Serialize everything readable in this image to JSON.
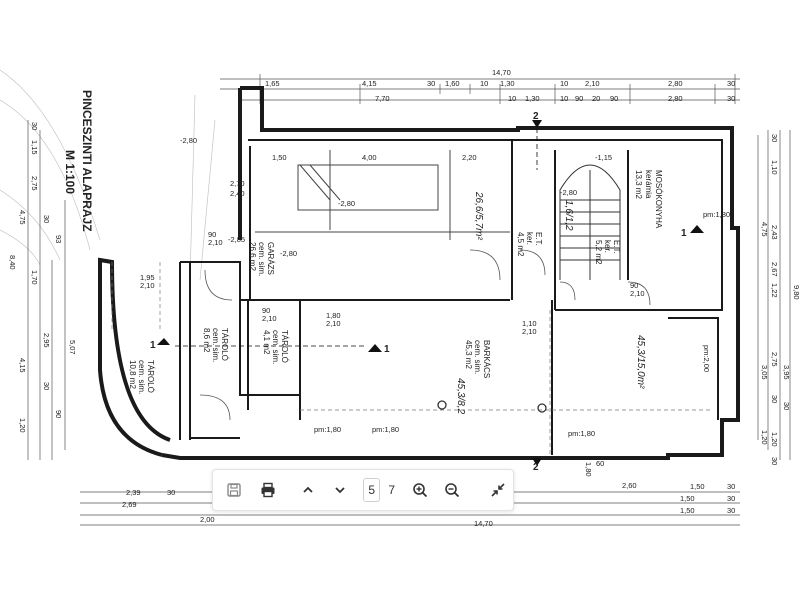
{
  "plan": {
    "title": "PINCESZINTI ALAPRAJZ",
    "scale": "M 1:100",
    "rooms": {
      "mosokonyha": {
        "name": "MOSÓKONYHA",
        "floor": "kerámia",
        "area": "13,3 m2"
      },
      "et_left": {
        "name": "E.T.",
        "floor": "ker.",
        "area": "4,5 m2"
      },
      "et_right": {
        "name": "E.T.",
        "floor": "ker.",
        "area": "5,2 m2"
      },
      "garazs": {
        "name": "GARÁZS",
        "floor": "cem. sim.",
        "area": "26,6 m2"
      },
      "barkacs": {
        "name": "BARKÁCS",
        "floor": "cem. sim.",
        "area": "45,3 m2"
      },
      "tarolo_small": {
        "name": "TÁROLÓ",
        "floor": "cem. sim.",
        "area": "4,1 m2"
      },
      "tarolo_mid": {
        "name": "TÁROLÓ",
        "floor": "cem. sim.",
        "area": "8,6 m2"
      },
      "tarolo_curve": {
        "name": "TÁROLÓ",
        "floor": "cem. sim.",
        "area": "10,8 m2"
      }
    },
    "levels": {
      "pm1": "pm:1,80",
      "pm2": "pm:1,80",
      "pm3": "pm:1,80",
      "pm4": "pm:1,80",
      "pm5": "pm:2,00"
    },
    "dims_top": {
      "total": "14,70",
      "d1": "1,65",
      "d2": "4,15",
      "d3": "30",
      "d4": "1,60",
      "d5": "10",
      "d6": "1,30",
      "d7": "10",
      "d8": "2,10",
      "d9": "2,80",
      "d10": "30",
      "d11": "7,70",
      "d12": "10",
      "d13": "1,30",
      "d14": "10",
      "d15": "90",
      "d16": "20",
      "d17": "90",
      "d18": "2,80",
      "d19": "30"
    },
    "dims_inner": {
      "a1": "1,50",
      "a2": "4,00",
      "a3": "2,20",
      "a4": "2,70",
      "a5": "2,40",
      "a6": "90",
      "a7": "2,10",
      "a8": "1,80",
      "a9": "2,10",
      "a10": "90",
      "a11": "2,10",
      "a12": "90",
      "a13": "2,10",
      "a14": "1,10",
      "a15": "2,10",
      "a16": "1,95",
      "a17": "2,10"
    },
    "dims_bottom": {
      "b1": "2,39",
      "b2": "30",
      "b3": "2,69",
      "b4": "2,60",
      "b5": "1,50",
      "b6": "1,50",
      "b7": "1,50",
      "b8": "2,00",
      "b9": "14,70",
      "b10": "30",
      "b11": "1,80",
      "b12": "60",
      "b13": "30",
      "b14": "30"
    },
    "dims_right": {
      "r1": "30",
      "r2": "1,10",
      "r3": "2,43",
      "r4": "4,75",
      "r5": "2,67",
      "r6": "1,22",
      "r7": "9,80",
      "r8": "2,75",
      "r9": "3,05",
      "r10": "3,95",
      "r11": "30",
      "r12": "1,20",
      "r13": "1,20",
      "r14": "30",
      "r15": "30"
    },
    "dims_left": {
      "l1": "30",
      "l2": "1,15",
      "l3": "2,75",
      "l4": "4,75",
      "l5": "30",
      "l6": "93",
      "l7": "8,40",
      "l8": "1,70",
      "l9": "2,95",
      "l10": "4,15",
      "l11": "5,07",
      "l12": "30",
      "l13": "90",
      "l14": "1,20"
    },
    "levels_misc": {
      "m1": "-2,80",
      "m2": "-2,80",
      "m3": "-2,85",
      "m4": "-1,15",
      "m5": "-2,80",
      "m6": "-2,80"
    },
    "handwritten": {
      "h1": "26,6/5,7m²",
      "h2": "45,3/8,2",
      "h3": "45,3/15,0m²",
      "h4": "1,6/1,2"
    },
    "section_marks": {
      "s1": "1",
      "s2": "1",
      "s3": "1",
      "s4": "2",
      "s5": "2"
    }
  },
  "toolbar": {
    "page_current": "5",
    "page_total": "7",
    "icons": [
      "save-icon",
      "print-icon",
      "chevron-up-icon",
      "chevron-down-icon",
      "zoom-in-icon",
      "zoom-out-icon",
      "fit-icon"
    ]
  }
}
